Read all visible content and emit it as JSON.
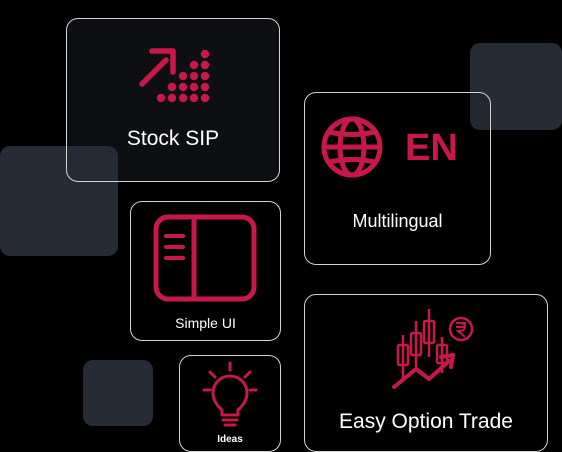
{
  "accent_color": "#c8184a",
  "cards": {
    "stock_sip": {
      "label": "Stock SIP",
      "icon": "trend-up-dots-icon"
    },
    "multilingual": {
      "label": "Multilingual",
      "icon": "globe-icon",
      "badge": "EN"
    },
    "simple_ui": {
      "label": "Simple UI",
      "icon": "sidebar-panel-icon"
    },
    "ideas": {
      "label": "Ideas",
      "icon": "lightbulb-icon"
    },
    "option_trade": {
      "label": "Easy Option Trade",
      "icon": "candlestick-rupee-icon"
    }
  }
}
